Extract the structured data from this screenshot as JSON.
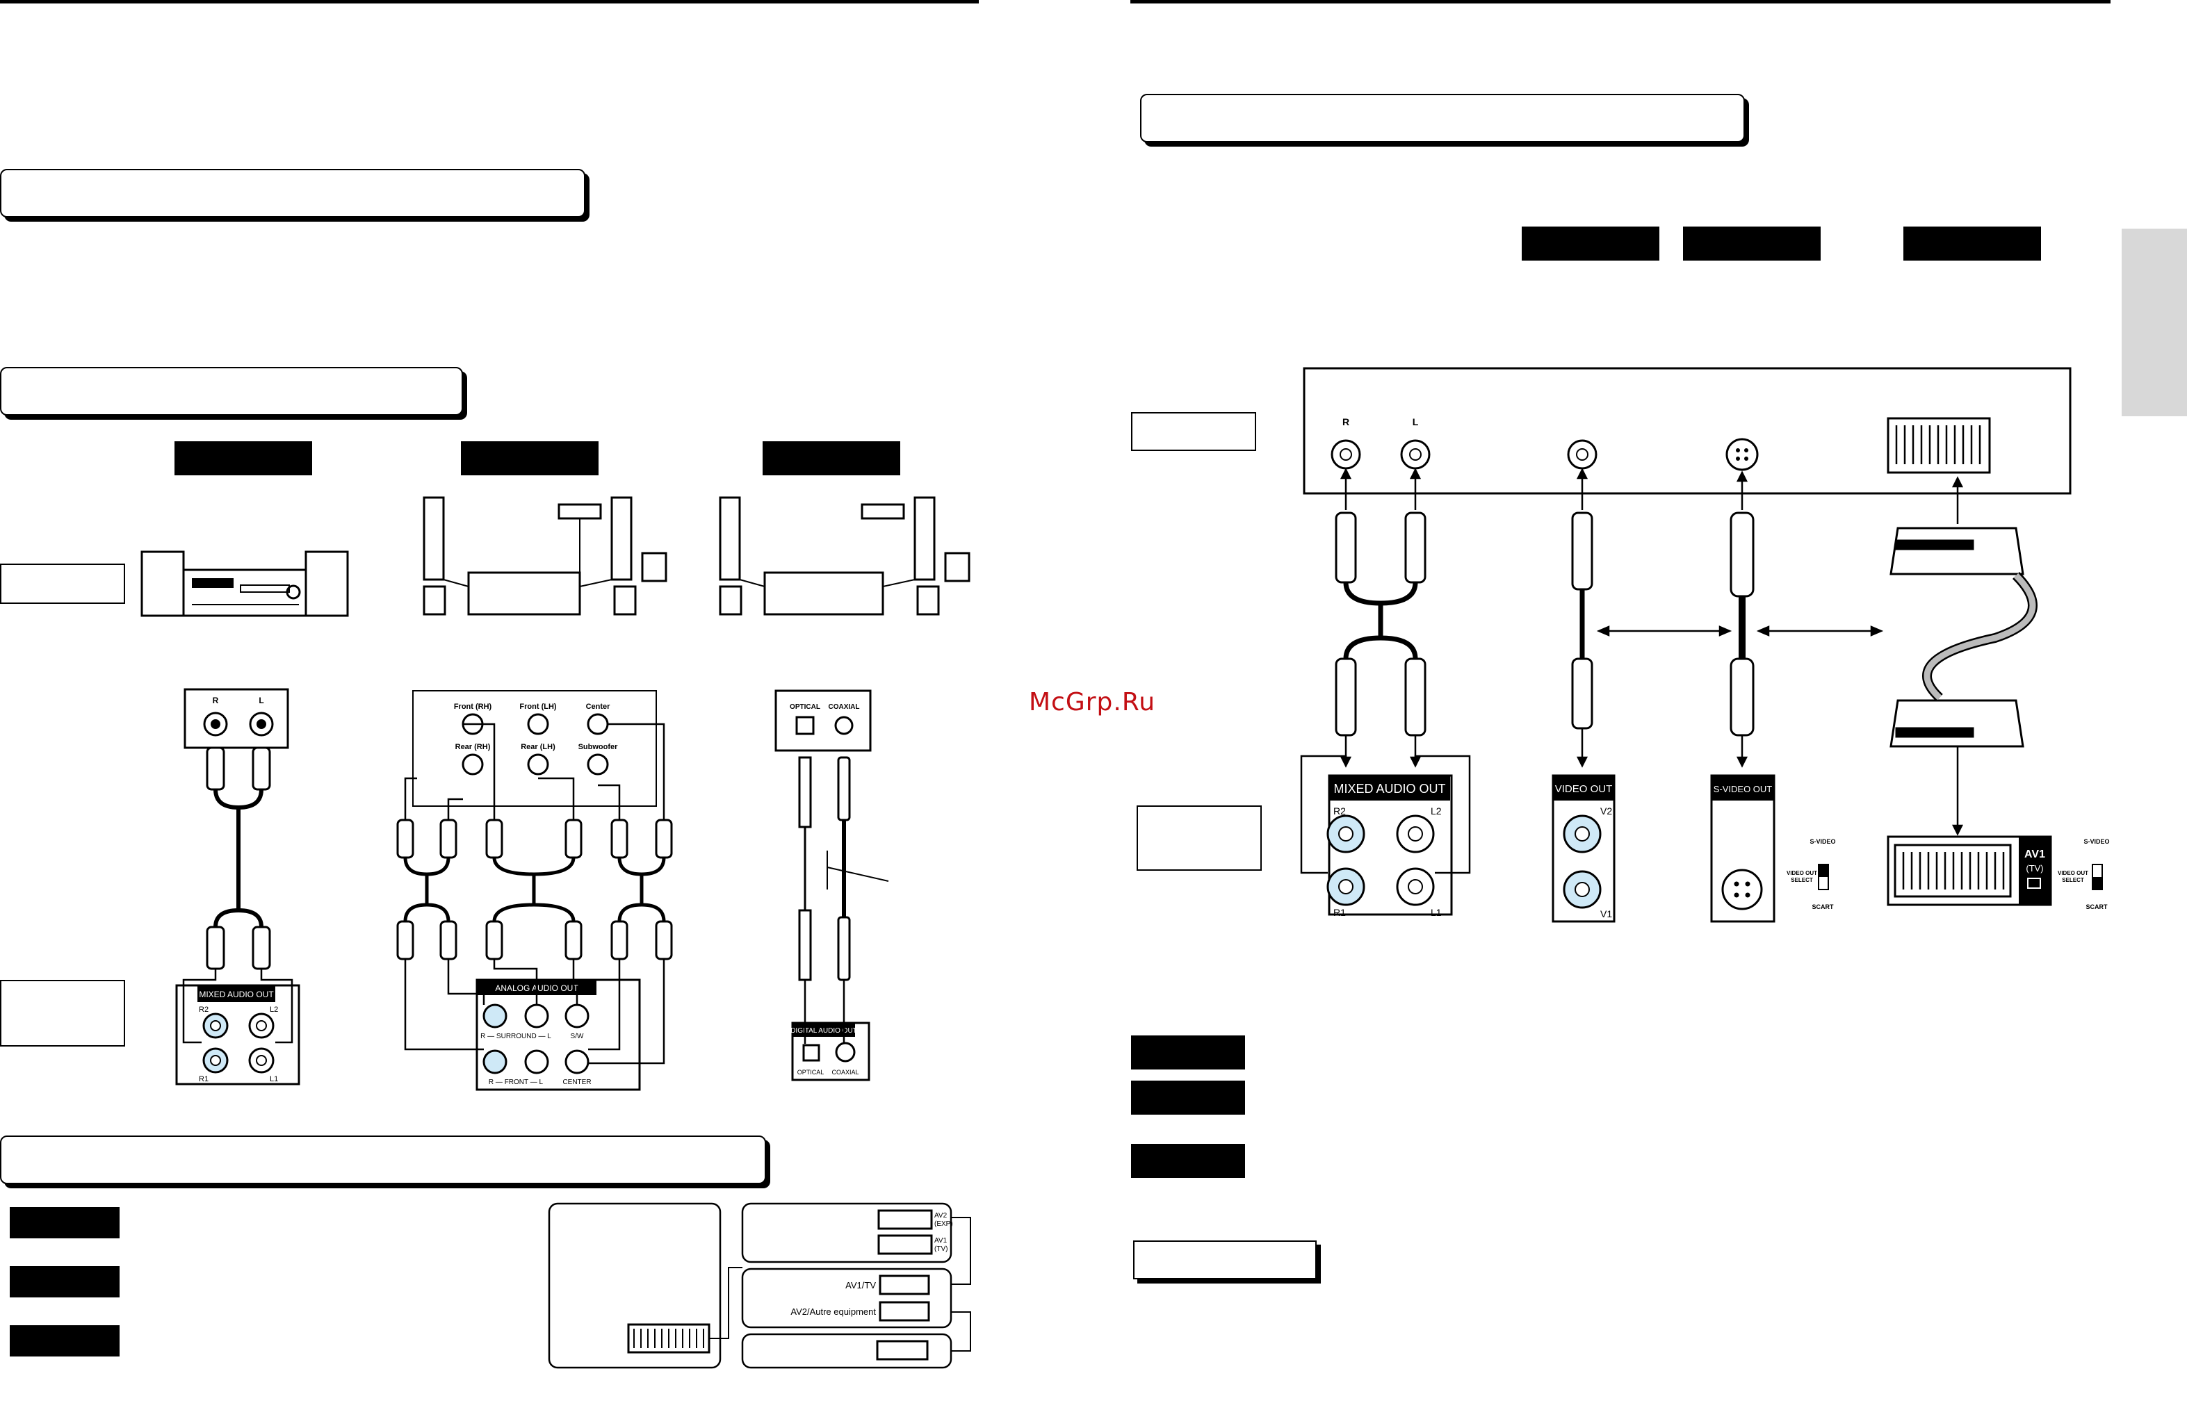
{
  "watermark": "McGrp.Ru",
  "audio": {
    "stereo_panel": {
      "r": "R",
      "l": "L"
    },
    "surround_panel": {
      "front_rh": "Front (RH)",
      "front_lh": "Front (LH)",
      "center": "Center",
      "rear_rh": "Rear (RH)",
      "rear_lh": "Rear (LH)",
      "subwoofer": "Subwoofer"
    },
    "digital_panel": {
      "optical": "OPTICAL",
      "coaxial": "COAXIAL"
    },
    "mixed_out": {
      "title": "MIXED AUDIO OUT",
      "r2": "R2",
      "l2": "L2",
      "r1": "R1",
      "l1": "L1"
    },
    "analog_out": {
      "title": "ANALOG AUDIO OUT",
      "surround": "R — SURROUND — L",
      "front": "R — FRONT — L",
      "sw": "S/W",
      "center": "CENTER"
    },
    "digital_out": {
      "title": "DIGITAL AUDIO OUT",
      "optical": "OPTICAL",
      "coaxial": "COAXIAL"
    }
  },
  "scart": {
    "av2": "AV2",
    "exp": "(EXP)",
    "av1": "AV1",
    "tv": "(TV)",
    "av1_tv": "AV1/TV",
    "av2_other": "AV2/Autre equipment"
  },
  "video": {
    "tv_panel": {
      "r": "R",
      "l": "L"
    },
    "mixed_out": {
      "title": "MIXED AUDIO OUT",
      "r2": "R2",
      "l2": "L2",
      "r1": "R1",
      "l1": "L1"
    },
    "video_out": {
      "title": "VIDEO OUT",
      "v2": "V2",
      "v1": "V1"
    },
    "svideo_out": {
      "title": "S-VIDEO OUT"
    },
    "switch1": {
      "top": "S-VIDEO",
      "label1": "VIDEO OUT",
      "label2": "SELECT",
      "bottom": "SCART"
    },
    "switch2": {
      "top": "S-VIDEO",
      "label1": "VIDEO OUT",
      "label2": "SELECT",
      "bottom": "SCART"
    },
    "av1_tv": {
      "av1": "AV1",
      "tv": "(TV)"
    }
  }
}
